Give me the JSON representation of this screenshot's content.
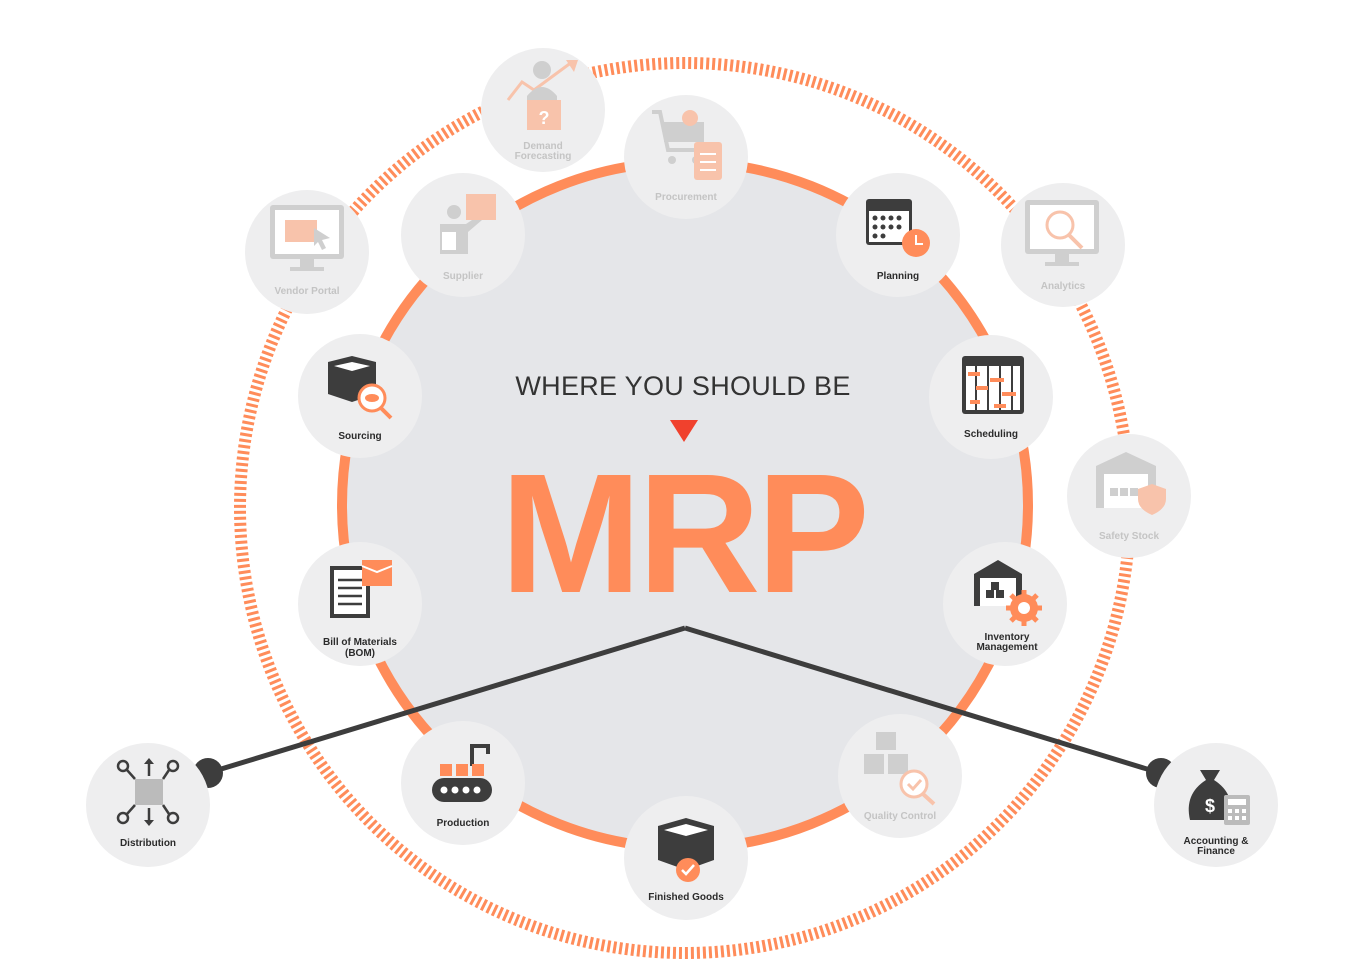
{
  "headline": "WHERE YOU SHOULD BE",
  "title": "MRP",
  "colors": {
    "accent": "#ff8c5a",
    "marker": "#f0412d",
    "dark_icon": "#3d3d3d",
    "faded_icon": "#c8c8c8",
    "node_bg": "#eeeeef",
    "center_bg": "#e5e6e9",
    "connector": "#3d3d3d"
  },
  "nodes": {
    "demand_forecasting": {
      "line1": "Demand",
      "line2": "Forecasting",
      "icon": "demand-forecasting-icon"
    },
    "procurement": {
      "label": "Procurement",
      "icon": "shopping-cart-clipboard-icon"
    },
    "planning": {
      "label": "Planning",
      "icon": "calendar-clock-icon"
    },
    "analytics": {
      "label": "Analytics",
      "icon": "monitor-analytics-icon"
    },
    "vendor_portal": {
      "label": "Vendor Portal",
      "icon": "monitor-cursor-icon"
    },
    "supplier": {
      "label": "Supplier",
      "icon": "supplier-person-box-icon"
    },
    "sourcing": {
      "label": "Sourcing",
      "icon": "box-magnifier-icon"
    },
    "scheduling": {
      "label": "Scheduling",
      "icon": "schedule-grid-icon"
    },
    "safety_stock": {
      "label": "Safety Stock",
      "icon": "warehouse-shield-icon"
    },
    "bom": {
      "line1": "Bill of Materials",
      "line2": "(BOM)",
      "icon": "document-box-icon"
    },
    "inventory_management": {
      "line1": "Inventory",
      "line2": "Management",
      "icon": "warehouse-gear-icon"
    },
    "production": {
      "label": "Production",
      "icon": "conveyor-belt-icon"
    },
    "quality_control": {
      "label": "Quality Control",
      "icon": "boxes-magnifier-check-icon"
    },
    "finished_goods": {
      "label": "Finished Goods",
      "icon": "box-check-icon"
    },
    "distribution": {
      "label": "Distribution",
      "icon": "distribution-network-icon"
    },
    "accounting_finance": {
      "line1": "Accounting &",
      "line2": "Finance",
      "icon": "money-bag-calculator-icon"
    }
  }
}
